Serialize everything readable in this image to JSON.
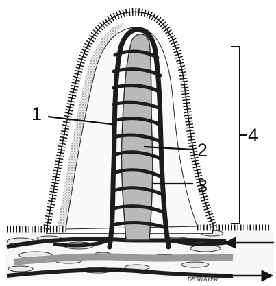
{
  "callouts": [
    {
      "id": "1",
      "label": "1"
    },
    {
      "id": "2",
      "label": "2"
    },
    {
      "id": "3",
      "label": "3"
    },
    {
      "id": "4",
      "label": "4"
    }
  ],
  "signature": "DESMAYER",
  "colors": {
    "ink": "#111111",
    "vessel": "#1c1c1c",
    "lacteal": "#b9b9b9",
    "mucosa": "#f2f2f2",
    "stroma": "#d8d8d8"
  }
}
